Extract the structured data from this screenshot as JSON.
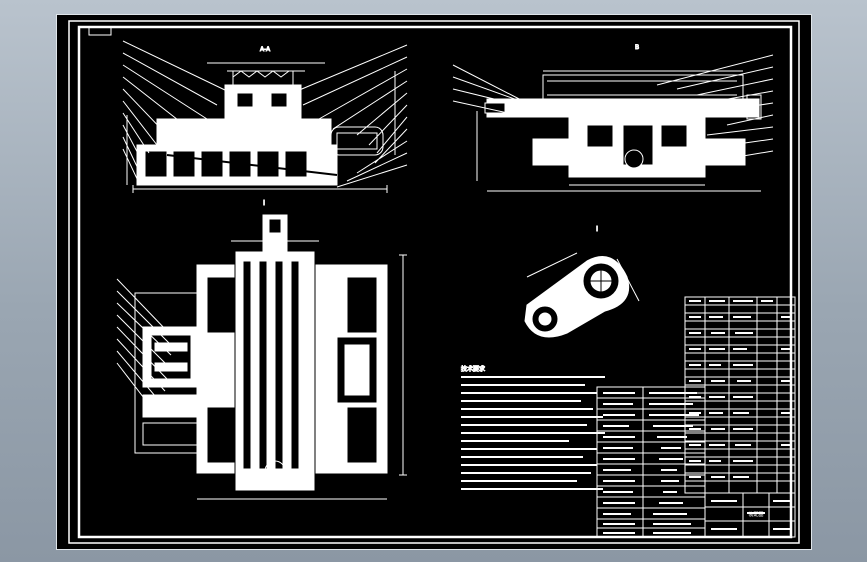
{
  "drawing": {
    "views": [
      {
        "id": "front",
        "label": "A-A"
      },
      {
        "id": "side",
        "label": "B"
      },
      {
        "id": "detail",
        "label": "I"
      }
    ],
    "notes_title": "技术要求",
    "notes_count": 17,
    "parts_table_rows": 24,
    "spec_table_rows": 14,
    "title_block_label": "装配图"
  },
  "colors": {
    "background": "#000000",
    "lines": "#ffffff",
    "frame": "#dfe5ea",
    "desktop": "#9aa6b2"
  }
}
